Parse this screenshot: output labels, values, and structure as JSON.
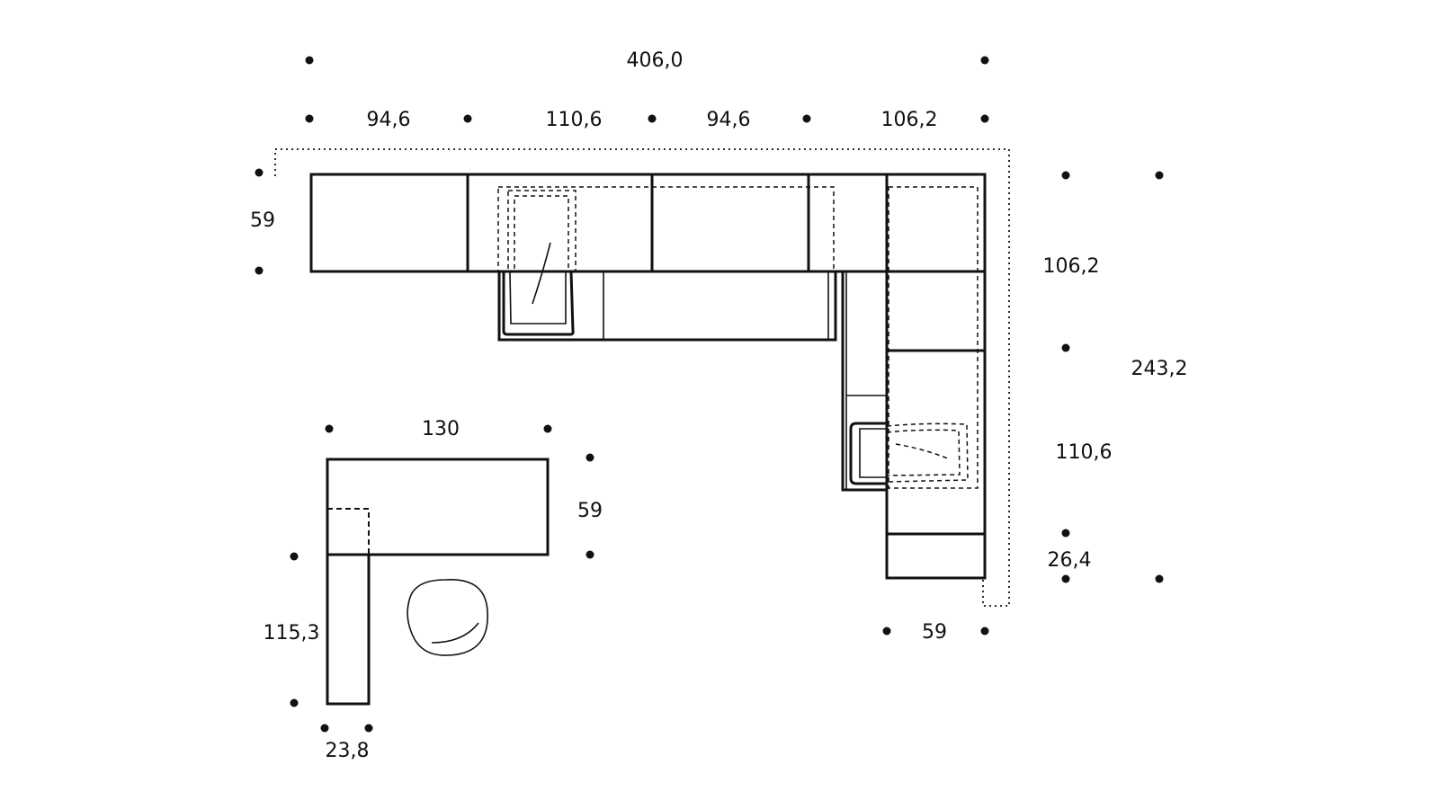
{
  "plan": {
    "top": {
      "total": "406,0",
      "segments": [
        "94,6",
        "110,6",
        "94,6",
        "106,2"
      ]
    },
    "left_depth": "59",
    "right": {
      "upper": "106,2",
      "total": "243,2",
      "lower": "110,6",
      "end": "26,4"
    },
    "bottom_right_depth": "59",
    "desk": {
      "width": "130",
      "depth": "59",
      "return_length": "115,3",
      "return_width": "23,8"
    }
  }
}
